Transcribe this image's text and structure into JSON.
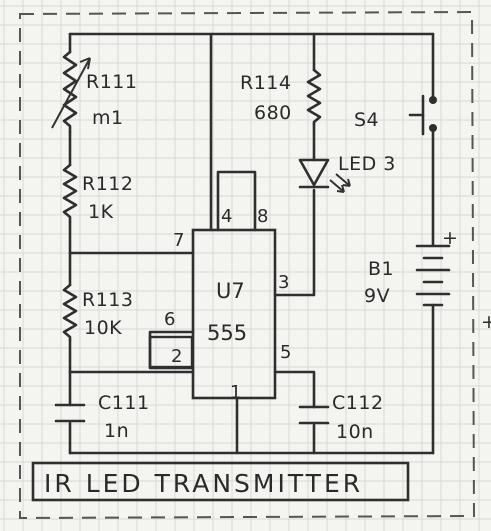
{
  "title": "IR LED TRANSMITTER",
  "components": {
    "r111": {
      "ref": "R111",
      "value": "m1"
    },
    "r112": {
      "ref": "R112",
      "value": "1K"
    },
    "r113": {
      "ref": "R113",
      "value": "10K"
    },
    "r114": {
      "ref": "R114",
      "value": "680"
    },
    "s4": {
      "ref": "S4"
    },
    "led3": {
      "ref": "LED 3"
    },
    "b1": {
      "ref": "B1",
      "value": "9V",
      "polarity": "+"
    },
    "c111": {
      "ref": "C111",
      "value": "1n"
    },
    "c112": {
      "ref": "C112",
      "value": "10n"
    },
    "u7": {
      "ref": "U7",
      "part": "555"
    }
  },
  "pins": {
    "p1": "1",
    "p2": "2",
    "p3": "3",
    "p4": "4",
    "p5": "5",
    "p6": "6",
    "p7": "7",
    "p8": "8"
  },
  "margin_mark": "+"
}
